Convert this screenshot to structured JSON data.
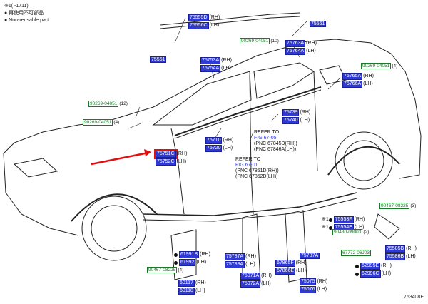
{
  "legend": {
    "title": "※1( -1711)",
    "items": [
      "● 再使用不可部品",
      "● Non-reusable part"
    ]
  },
  "parts": [
    {
      "id": "p75555",
      "codes": [
        {
          "code": "75555D",
          "side": "(RH)"
        },
        {
          "code": "75556C",
          "side": "(LH)"
        }
      ]
    },
    {
      "id": "p75561a",
      "codes": [
        {
          "code": "75561",
          "side": ""
        }
      ]
    },
    {
      "id": "p75561b",
      "codes": [
        {
          "code": "75561",
          "side": ""
        }
      ]
    },
    {
      "id": "p75753",
      "codes": [
        {
          "code": "75753A",
          "side": "(RH)"
        },
        {
          "code": "75754A",
          "side": "(LH)"
        }
      ]
    },
    {
      "id": "p75763",
      "codes": [
        {
          "code": "75763A",
          "side": "(RH)"
        },
        {
          "code": "75764A",
          "side": "(LH)"
        }
      ]
    },
    {
      "id": "p75765",
      "codes": [
        {
          "code": "75765A",
          "side": "(RH)"
        },
        {
          "code": "75766A",
          "side": "(LH)"
        }
      ]
    },
    {
      "id": "p75739",
      "codes": [
        {
          "code": "75739",
          "side": "(RH)"
        },
        {
          "code": "75740",
          "side": "(LH)"
        }
      ]
    },
    {
      "id": "p75710",
      "codes": [
        {
          "code": "75710",
          "side": "(RH)"
        },
        {
          "code": "75720",
          "side": "(LH)"
        }
      ]
    },
    {
      "id": "p75751",
      "codes": [
        {
          "code": "75751C",
          "side": "(RH)",
          "highlight": true
        },
        {
          "code": "75752C",
          "side": "(LH)"
        }
      ]
    },
    {
      "id": "p75553",
      "codes": [
        {
          "code": "75553F",
          "side": "(RH)",
          "prefix": "※1"
        },
        {
          "code": "75554E",
          "side": "(LH)",
          "prefix": "※1"
        }
      ]
    },
    {
      "id": "p61991",
      "codes": [
        {
          "code": "61991B",
          "side": "(RH)",
          "bullet": true
        },
        {
          "code": "61992",
          "side": "(LH)",
          "bullet": true
        }
      ]
    },
    {
      "id": "p60117",
      "codes": [
        {
          "code": "60117",
          "side": "(RH)"
        },
        {
          "code": "60118",
          "side": "(LH)"
        }
      ]
    },
    {
      "id": "p75787a",
      "codes": [
        {
          "code": "75787A",
          "side": "(RH)"
        },
        {
          "code": "75788A",
          "side": "(LH)"
        }
      ]
    },
    {
      "id": "p75071",
      "codes": [
        {
          "code": "75071A",
          "side": "(RH)"
        },
        {
          "code": "75072A",
          "side": "(LH)"
        }
      ]
    },
    {
      "id": "p67865",
      "codes": [
        {
          "code": "67865F",
          "side": "(RH)"
        },
        {
          "code": "67866E",
          "side": "(LH)"
        }
      ]
    },
    {
      "id": "p75787b",
      "codes": [
        {
          "code": "75787A",
          "side": ""
        }
      ]
    },
    {
      "id": "p75075",
      "codes": [
        {
          "code": "75075",
          "side": "(RH)"
        },
        {
          "code": "75076",
          "side": "(LH)"
        }
      ]
    },
    {
      "id": "p62995",
      "codes": [
        {
          "code": "62995E",
          "side": "(RH)",
          "bullet": true
        },
        {
          "code": "62996C",
          "side": "(LH)",
          "bullet": true
        }
      ]
    },
    {
      "id": "p75585",
      "codes": [
        {
          "code": "75585B",
          "side": "(RH)"
        },
        {
          "code": "75586B",
          "side": "(LH)"
        }
      ]
    }
  ],
  "bolts": [
    {
      "id": "b1",
      "code": "90269-04051",
      "qty": "(10)"
    },
    {
      "id": "b2",
      "code": "90269-04051",
      "qty": "(4)"
    },
    {
      "id": "b3",
      "code": "90269-04051",
      "qty": "(12)"
    },
    {
      "id": "b4",
      "code": "90269-04051",
      "qty": "(4)"
    },
    {
      "id": "b5",
      "code": "90467-08225",
      "qty": "(4)"
    },
    {
      "id": "b6",
      "code": "90430-09003",
      "qty": "(2)"
    },
    {
      "id": "b7",
      "code": "67772-06J03",
      "qty": ""
    },
    {
      "id": "b8",
      "code": "90467-08225",
      "qty": "(3)"
    }
  ],
  "refs": [
    {
      "id": "r1",
      "lines": [
        "REFER TO",
        "FIG 67-05",
        "(PNC 67845D(RH))",
        "(PNC 67846A(LH))"
      ]
    },
    {
      "id": "r2",
      "lines": [
        "REFER TO",
        "FIG 67-01",
        "(PNC 67851D(RH))",
        "(PNC 67852D(LH))"
      ]
    }
  ],
  "diagram_id": "753408E"
}
